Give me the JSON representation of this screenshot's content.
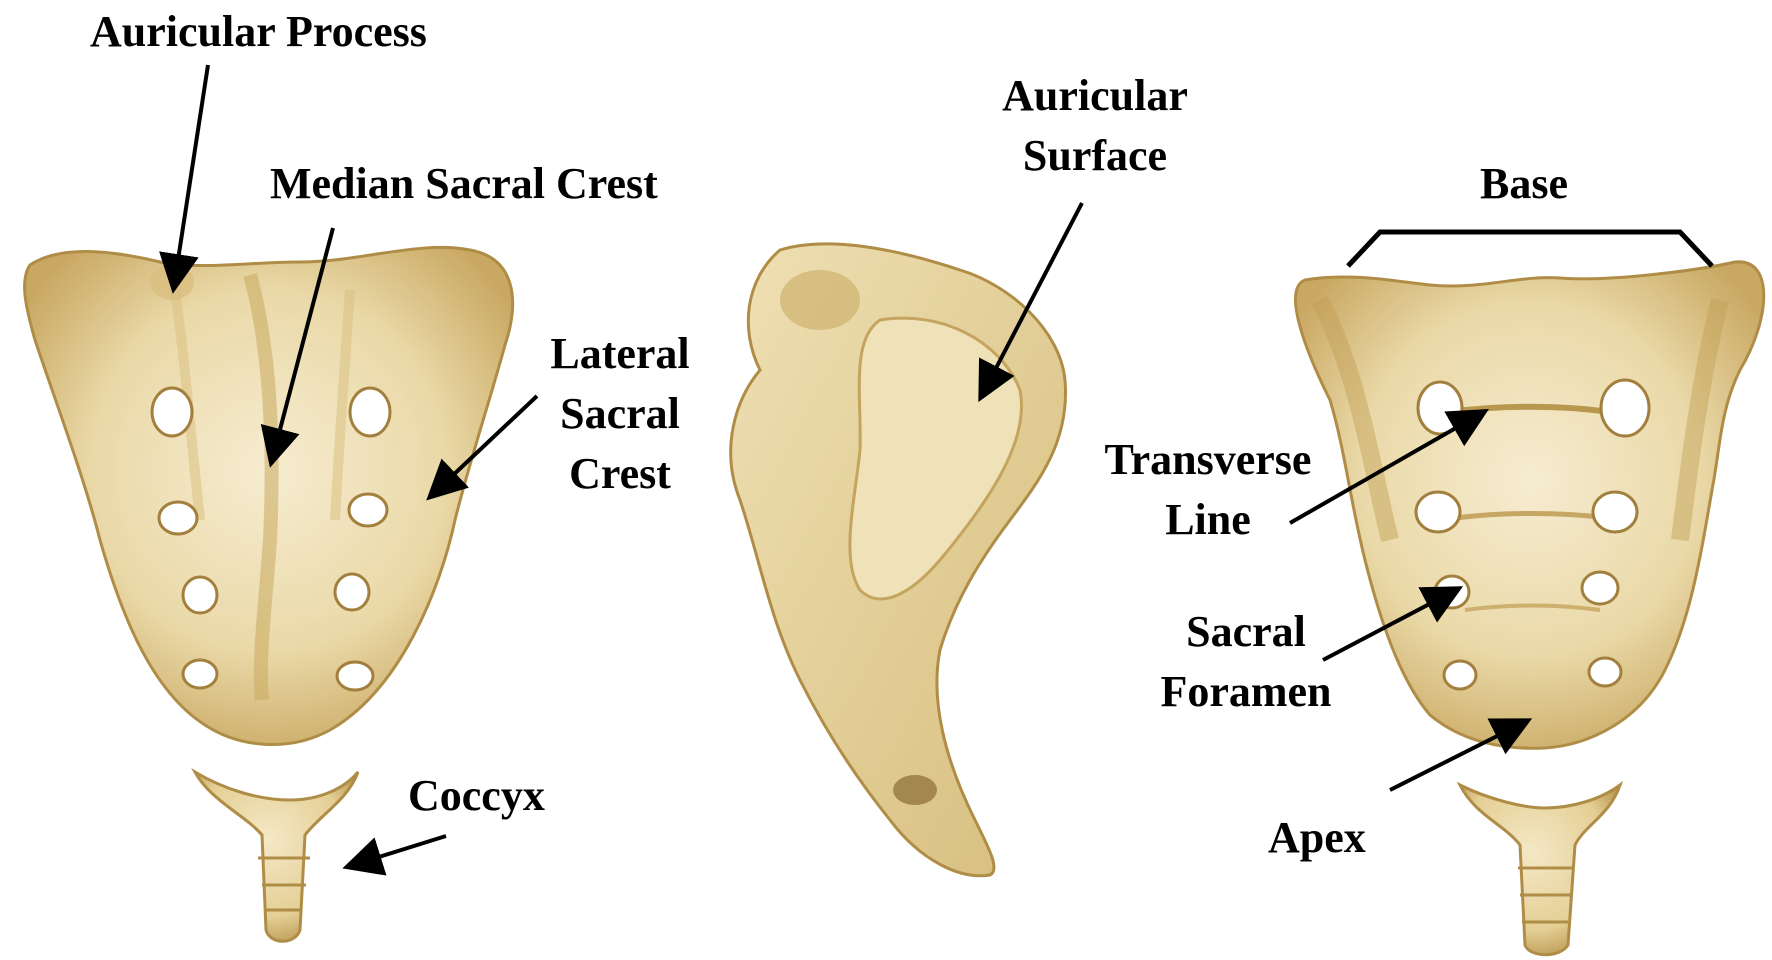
{
  "labels": {
    "auricular_process": "Auricular Process",
    "median_sacral_crest": "Median Sacral Crest",
    "lateral_sacral_crest": [
      "Lateral",
      "Sacral",
      "Crest"
    ],
    "coccyx": "Coccyx",
    "auricular_surface": [
      "Auricular",
      "Surface"
    ],
    "base": "Base",
    "transverse_line": [
      "Transverse",
      "Line"
    ],
    "sacral_foramen": [
      "Sacral",
      "Foramen"
    ],
    "apex": "Apex"
  },
  "colors": {
    "bone_light": "#f3e7c4",
    "bone_mid": "#e2cf98",
    "bone_dark": "#b8984e",
    "foramen": "#ffffff",
    "arrow": "#000000"
  }
}
